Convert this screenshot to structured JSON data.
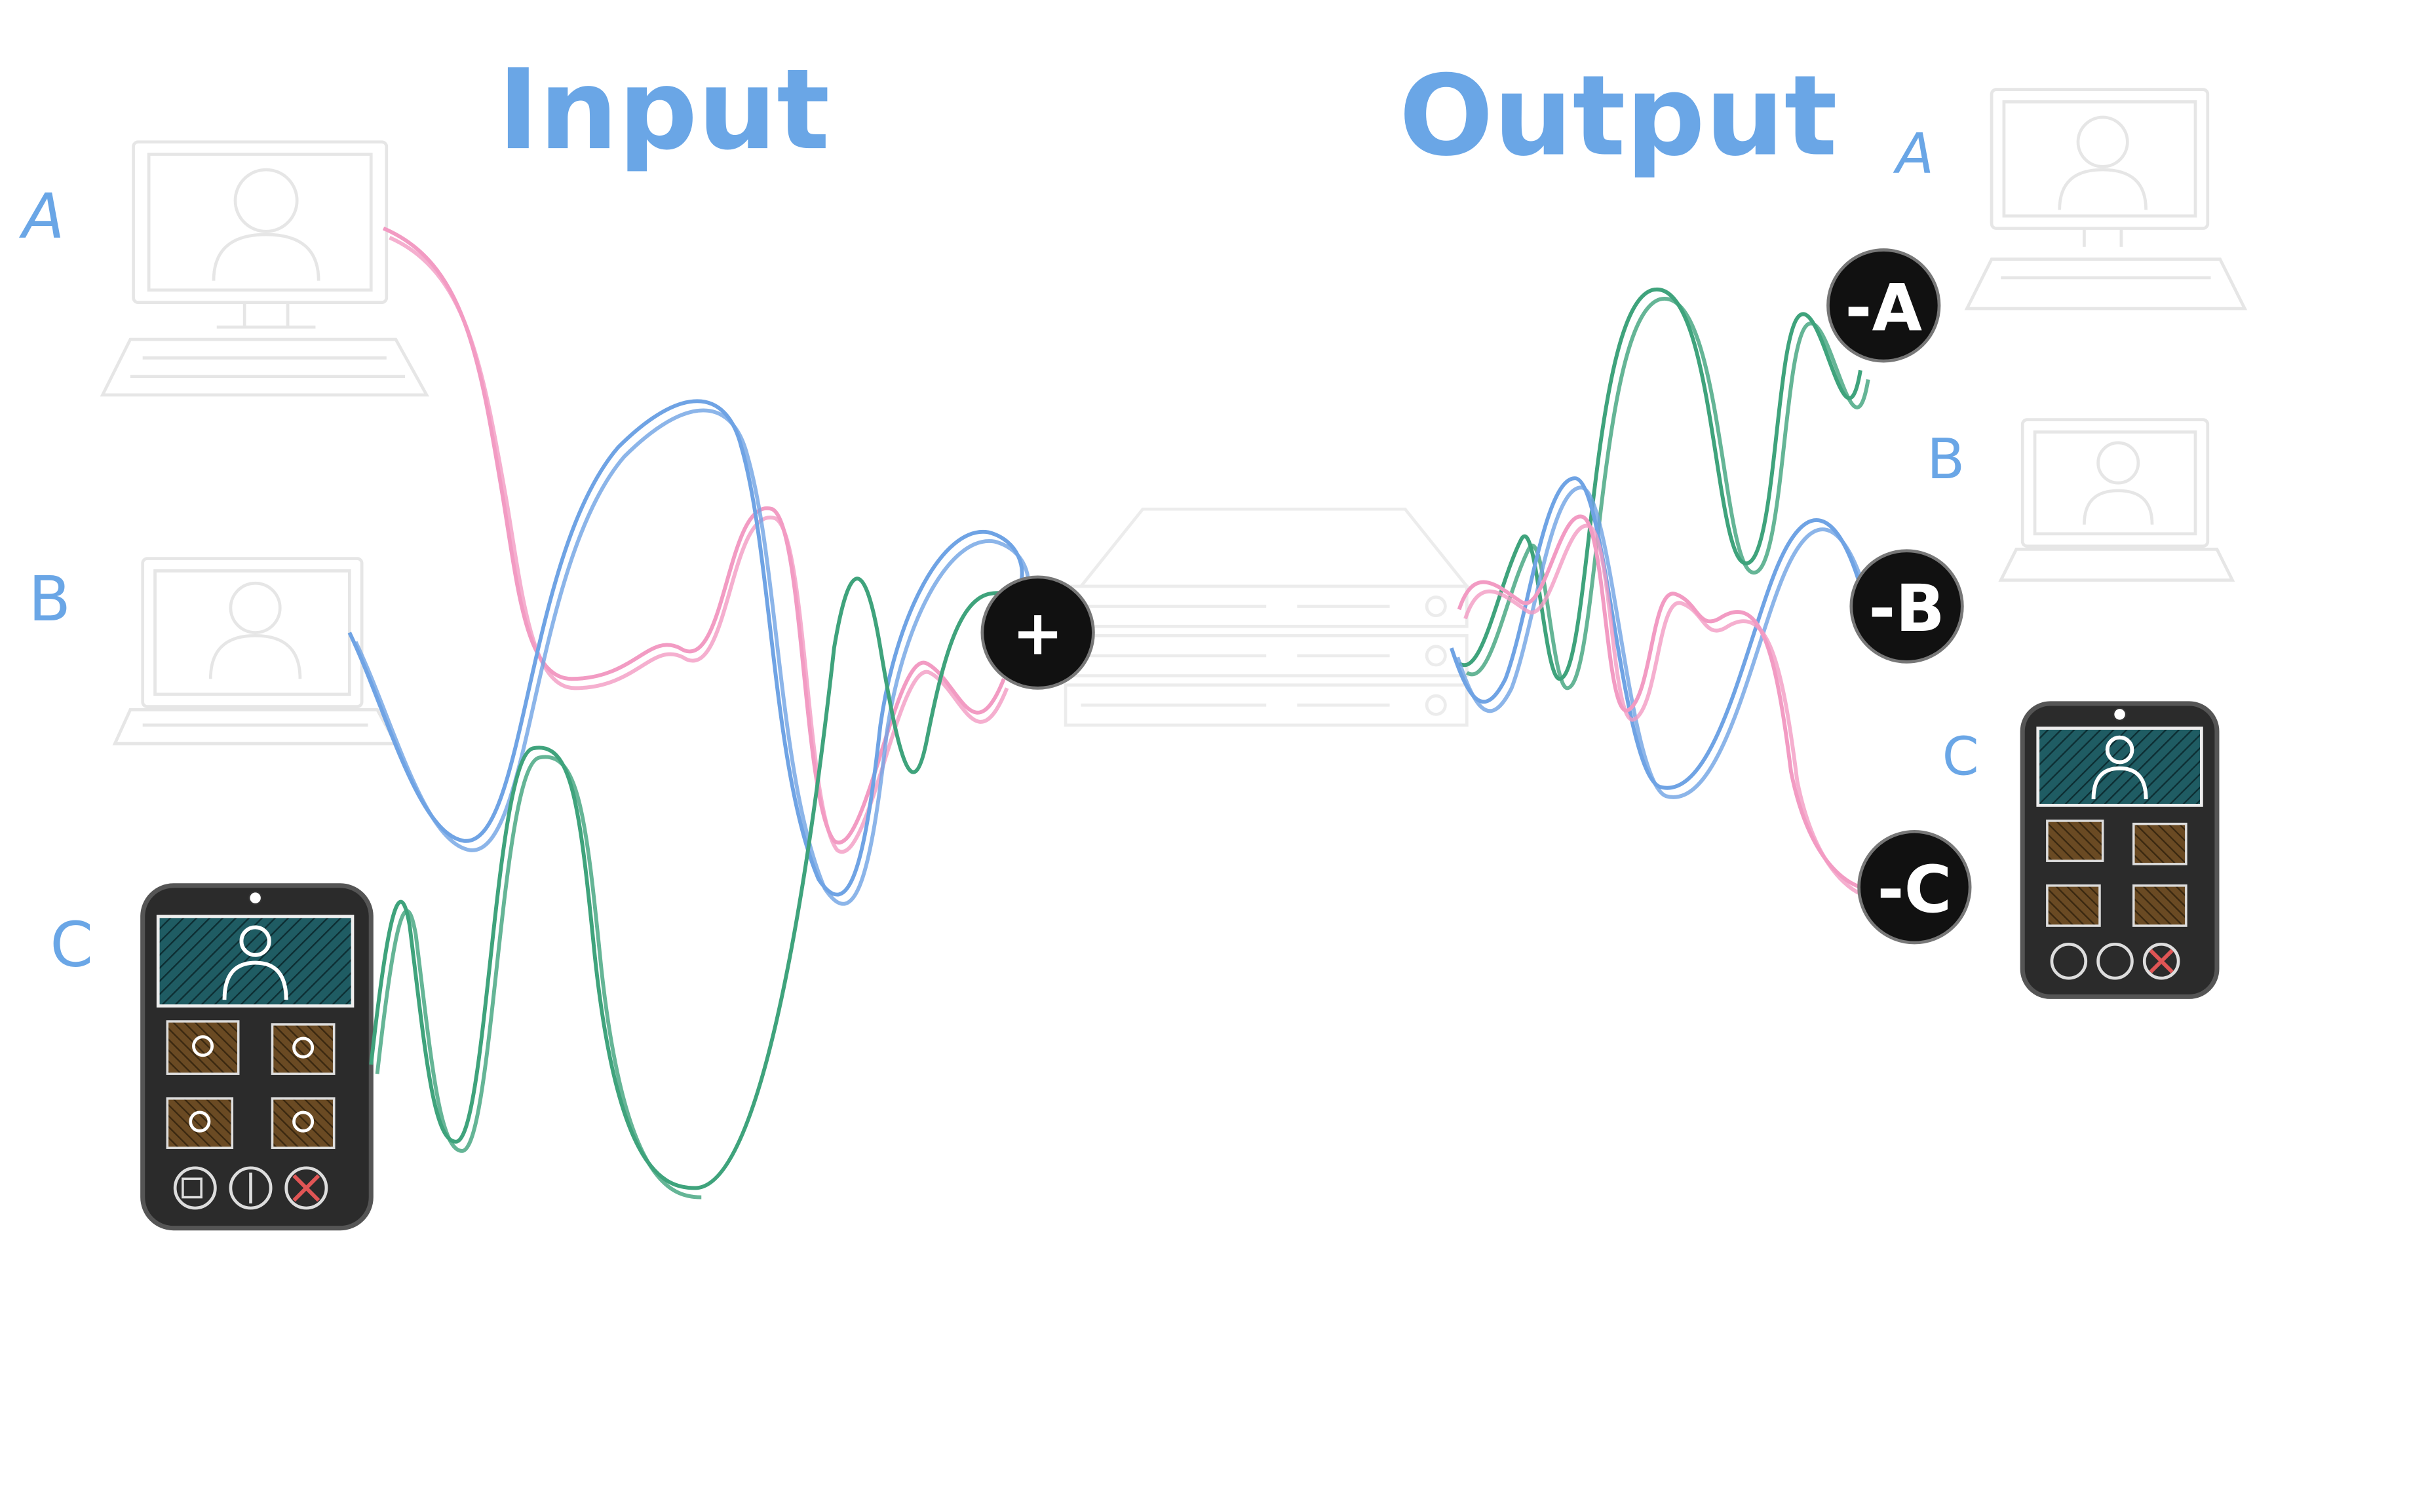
{
  "titles": {
    "input": "Input",
    "output": "Output"
  },
  "input_labels": {
    "a": "A",
    "b": "B",
    "c": "C"
  },
  "output_labels": {
    "a": "A",
    "b": "B",
    "c": "C"
  },
  "mixer_label": "+",
  "subtract_labels": {
    "a": "-A",
    "b": "-B",
    "c": "-C"
  },
  "colors": {
    "label_blue": "#6aa6e6",
    "signal_a": "#f29bc3",
    "signal_b": "#6fa3e4",
    "signal_c": "#3fa37c",
    "badge": "#111111",
    "faint_sketch": "#e9e9e9",
    "phone_body": "#2b2b2b",
    "phone_screen": "#1f5c63",
    "phone_thumb": "#6a4a23"
  }
}
